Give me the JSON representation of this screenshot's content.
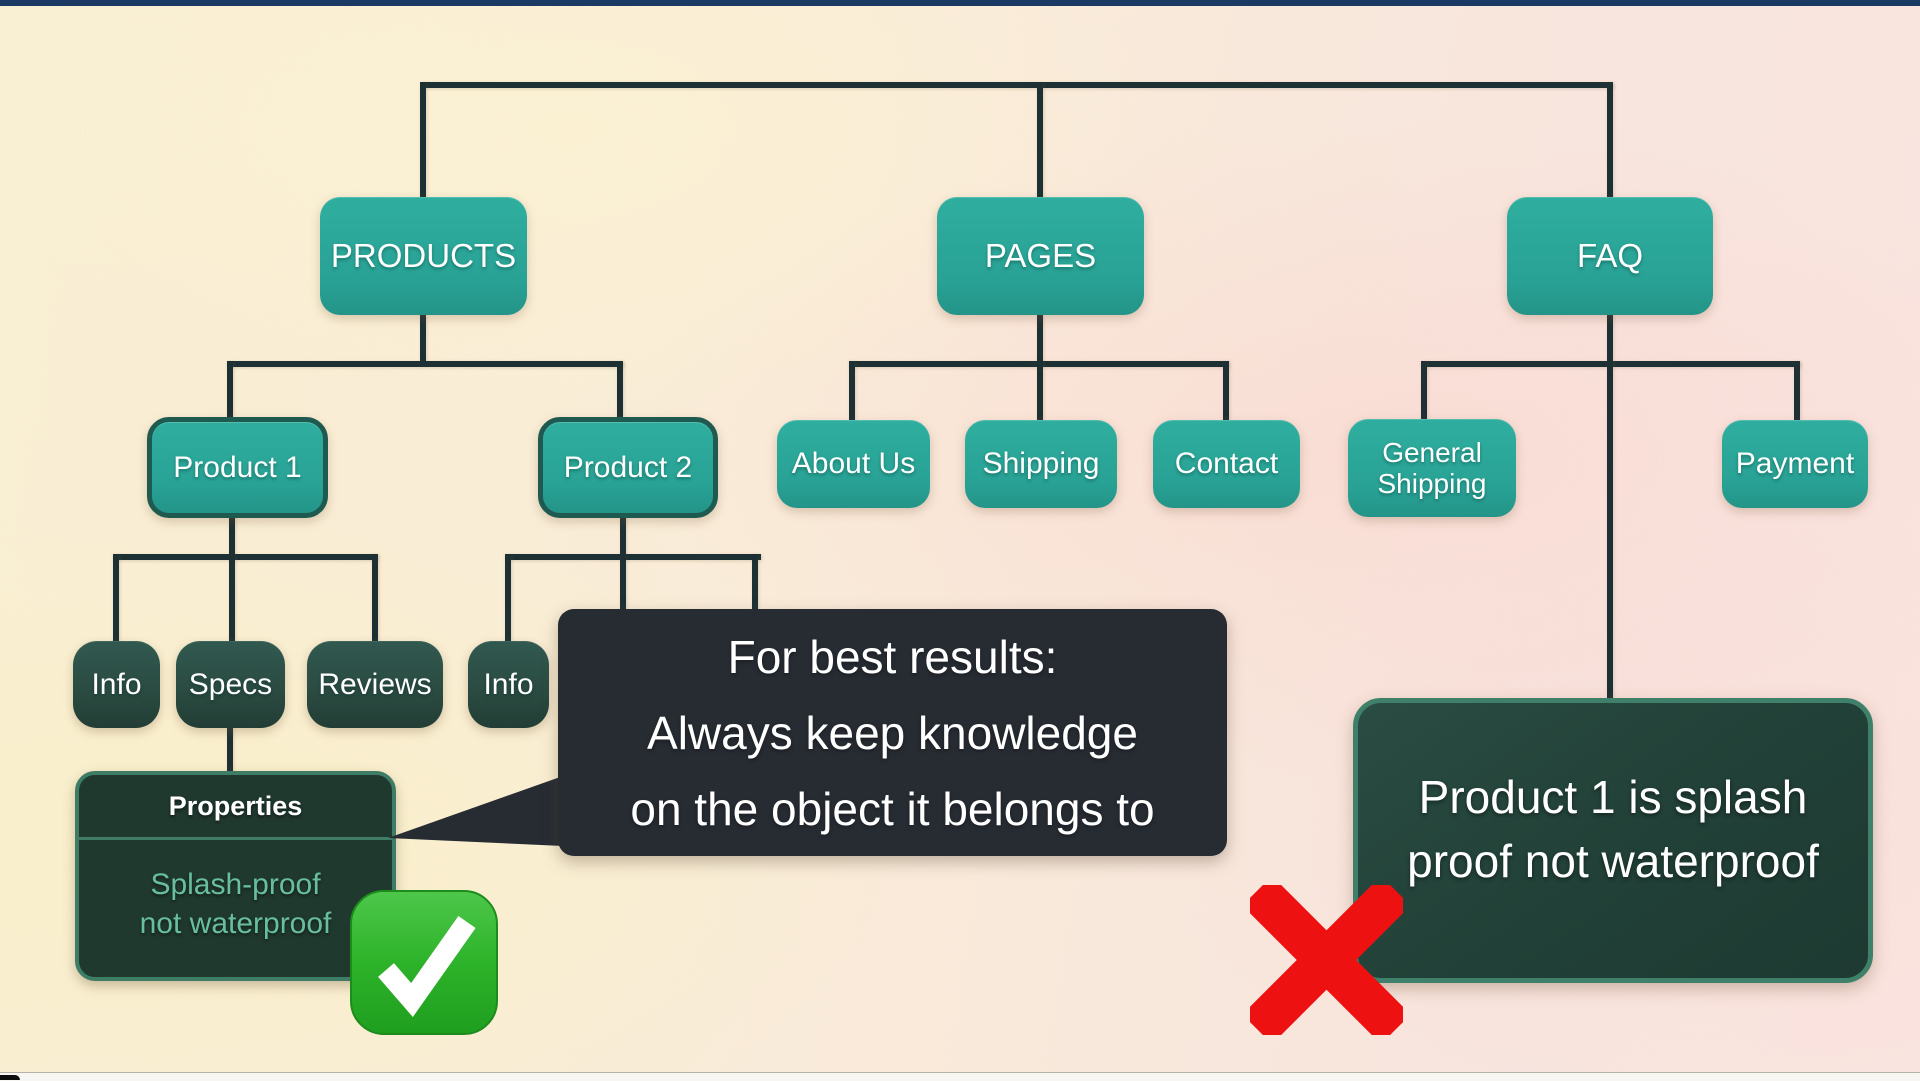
{
  "colors": {
    "top_bar": "#1a3a64",
    "node_teal": "#2aa79b",
    "node_dark_green": "#2b4e46",
    "edge": "#1d3134",
    "properties_card_bg": "#20392f",
    "properties_card_border": "#3e7c65",
    "callout_bg": "#272c33",
    "check_green": "#2eb52c",
    "cross_red": "#ee1111",
    "background_cream": "#f9efd2",
    "background_pink": "#f8e5de"
  },
  "nodes": {
    "products": {
      "label": "PRODUCTS"
    },
    "pages": {
      "label": "PAGES"
    },
    "faq": {
      "label": "FAQ"
    },
    "product1": {
      "label": "Product 1"
    },
    "product2": {
      "label": "Product 2"
    },
    "about_us": {
      "label": "About Us"
    },
    "shipping": {
      "label": "Shipping"
    },
    "contact": {
      "label": "Contact"
    },
    "general_shipping": {
      "label": "General Shipping"
    },
    "payment": {
      "label": "Payment"
    },
    "info_product1": {
      "label": "Info"
    },
    "specs": {
      "label": "Specs"
    },
    "reviews": {
      "label": "Reviews"
    },
    "info_product2": {
      "label": "Info"
    }
  },
  "properties_card": {
    "title": "Properties",
    "lines": [
      "Splash-proof",
      "not waterproof"
    ]
  },
  "callout": {
    "lines": [
      "For best results:",
      "Always keep knowledge",
      "on the object it belongs to"
    ]
  },
  "faq_note_card": {
    "lines": [
      "Product 1 is splash",
      "proof not waterproof"
    ]
  },
  "icons": {
    "check": "check-mark-green-emoji",
    "cross": "cross-mark-red-emoji"
  }
}
